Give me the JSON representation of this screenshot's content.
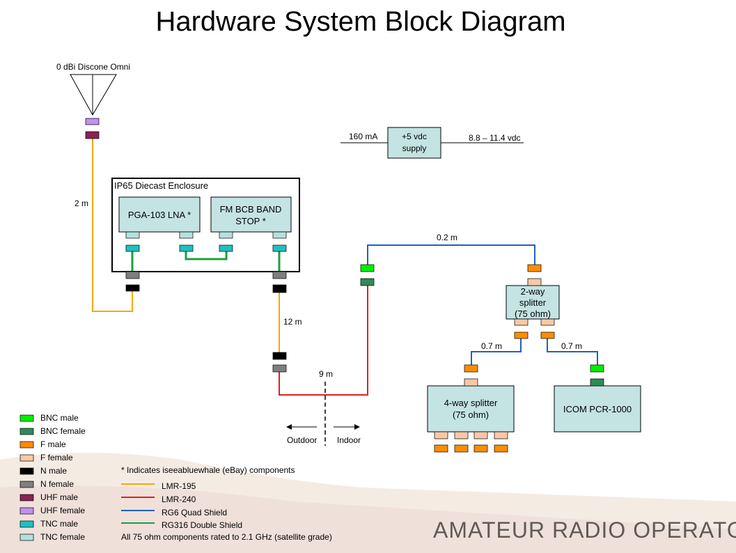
{
  "title": "Hardware System Block Diagram",
  "antenna": {
    "label": "0 dBi Discone Omni"
  },
  "enclosure": {
    "label": "IP65 Diecast Enclosure"
  },
  "lna": {
    "label": "PGA-103 LNA *"
  },
  "bandstop": {
    "line1": "FM BCB BAND",
    "line2": "STOP *"
  },
  "power_supply": {
    "line1": "+5 vdc",
    "line2": "supply",
    "current": "160 mA",
    "voltage": "8.8 – 11.4 vdc"
  },
  "splitter2": {
    "line1": "2-way",
    "line2": "splitter",
    "line3": "(75 ohm)"
  },
  "splitter4": {
    "line1": "4-way splitter",
    "line2": "(75 ohm)"
  },
  "receiver": {
    "label": "ICOM PCR-1000"
  },
  "lengths": {
    "antenna_lna": "2 m",
    "enclosure_down": "12 m",
    "run_to_indoor": "9 m",
    "to_splitter2": "0.2 m",
    "to_splitter4": "0.7 m",
    "to_receiver": "0.7 m"
  },
  "boundary": {
    "outdoor": "Outdoor",
    "indoor": "Indoor"
  },
  "connector_legend": [
    {
      "label": "BNC male",
      "color": "#00ee00"
    },
    {
      "label": "BNC female",
      "color": "#2e8b57"
    },
    {
      "label": "F male",
      "color": "#ff8c00"
    },
    {
      "label": "F female",
      "color": "#f7c8a6"
    },
    {
      "label": "N male",
      "color": "#000000"
    },
    {
      "label": "N female",
      "color": "#7f7f7f"
    },
    {
      "label": "UHF male",
      "color": "#8b2252"
    },
    {
      "label": "UHF female",
      "color": "#c090ee"
    },
    {
      "label": "TNC male",
      "color": "#20c0c0"
    },
    {
      "label": "TNC female",
      "color": "#b4e0e0"
    }
  ],
  "note": "* Indicates iseeabluewhale (eBay) components",
  "cable_legend": [
    {
      "label": "LMR-195",
      "color": "#f5a800"
    },
    {
      "label": "LMR-240",
      "color": "#e02020"
    },
    {
      "label": "RG6 Quad Shield",
      "color": "#2060c0"
    },
    {
      "label": "RG316 Double Shield",
      "color": "#1aa040"
    }
  ],
  "footnote": "All 75 ohm components rated to 2.1 GHz (satellite grade)",
  "watermark": "AMATEUR RADIO OPERATOR",
  "colors": {
    "box_fill": "#c4e3e3",
    "lmr195": "#f5a800",
    "lmr240": "#e02020",
    "rg6": "#2060c0",
    "rg316": "#1aa040",
    "bnc_male": "#00ee00",
    "bnc_female": "#2e8b57",
    "f_male": "#ff8c00",
    "f_female": "#f7c8a6",
    "n_male": "#000000",
    "n_female": "#7f7f7f",
    "uhf_male": "#8b2252",
    "uhf_female": "#c090ee",
    "tnc_male": "#20c0c0",
    "tnc_female": "#b4e0e0"
  }
}
